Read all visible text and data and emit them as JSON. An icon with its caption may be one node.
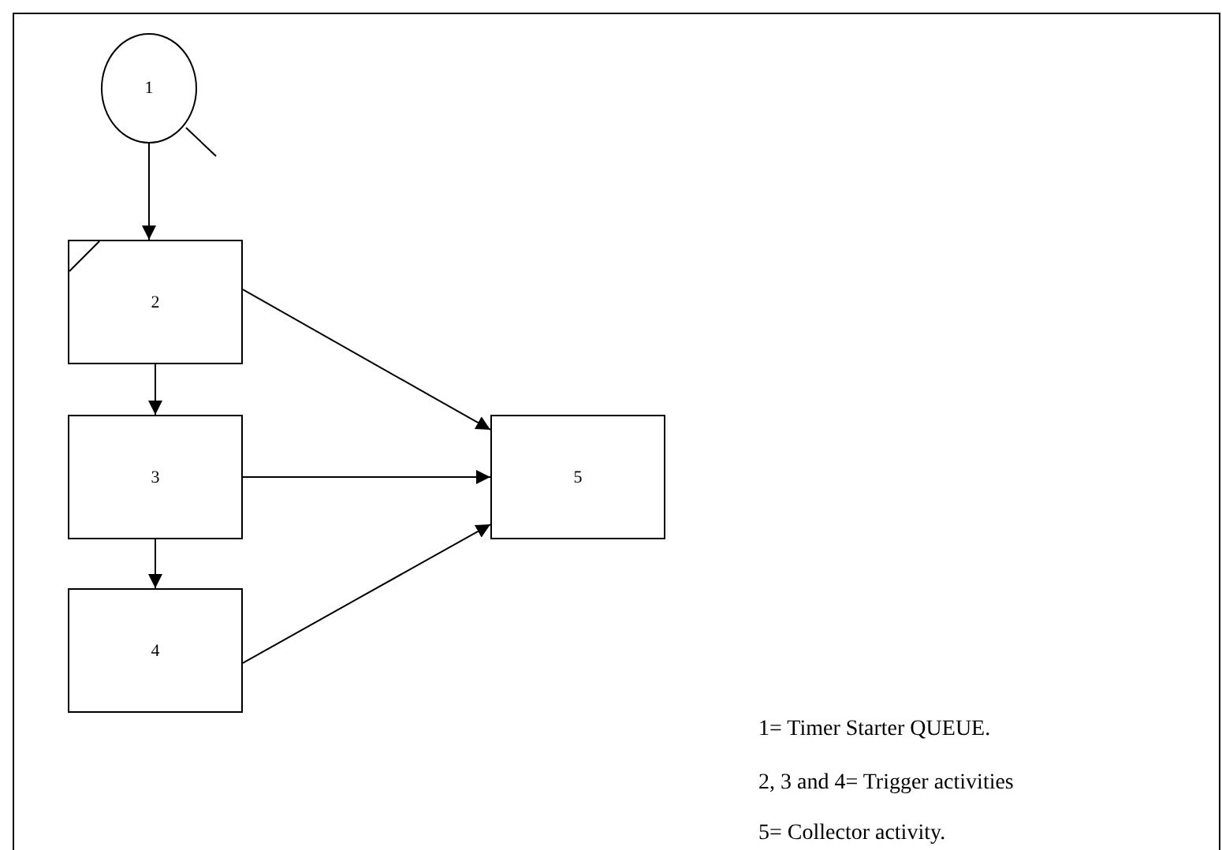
{
  "diagram": {
    "nodes": [
      {
        "text": [
          "1"
        ]
      },
      {
        "text": [
          "2"
        ]
      },
      {
        "text": [
          "3"
        ]
      },
      {
        "text": [
          "4"
        ]
      },
      {
        "text": [
          "5"
        ]
      }
    ],
    "edges": [
      {
        "from": 0,
        "to": 1,
        "arrow": "to"
      },
      {
        "from": 1,
        "to": 2,
        "arrow": "to"
      },
      {
        "from": 2,
        "to": 3,
        "arrow": "to"
      },
      {
        "from": 1,
        "to": 4,
        "arrow": "to"
      },
      {
        "from": 2,
        "to": 4,
        "arrow": "to"
      },
      {
        "from": 3,
        "to": 4,
        "arrow": "to"
      }
    ],
    "labels": [
      "1= Timer Starter QUEUE.",
      "2, 3 and 4= Trigger activities",
      "5= Collector activity."
    ]
  }
}
